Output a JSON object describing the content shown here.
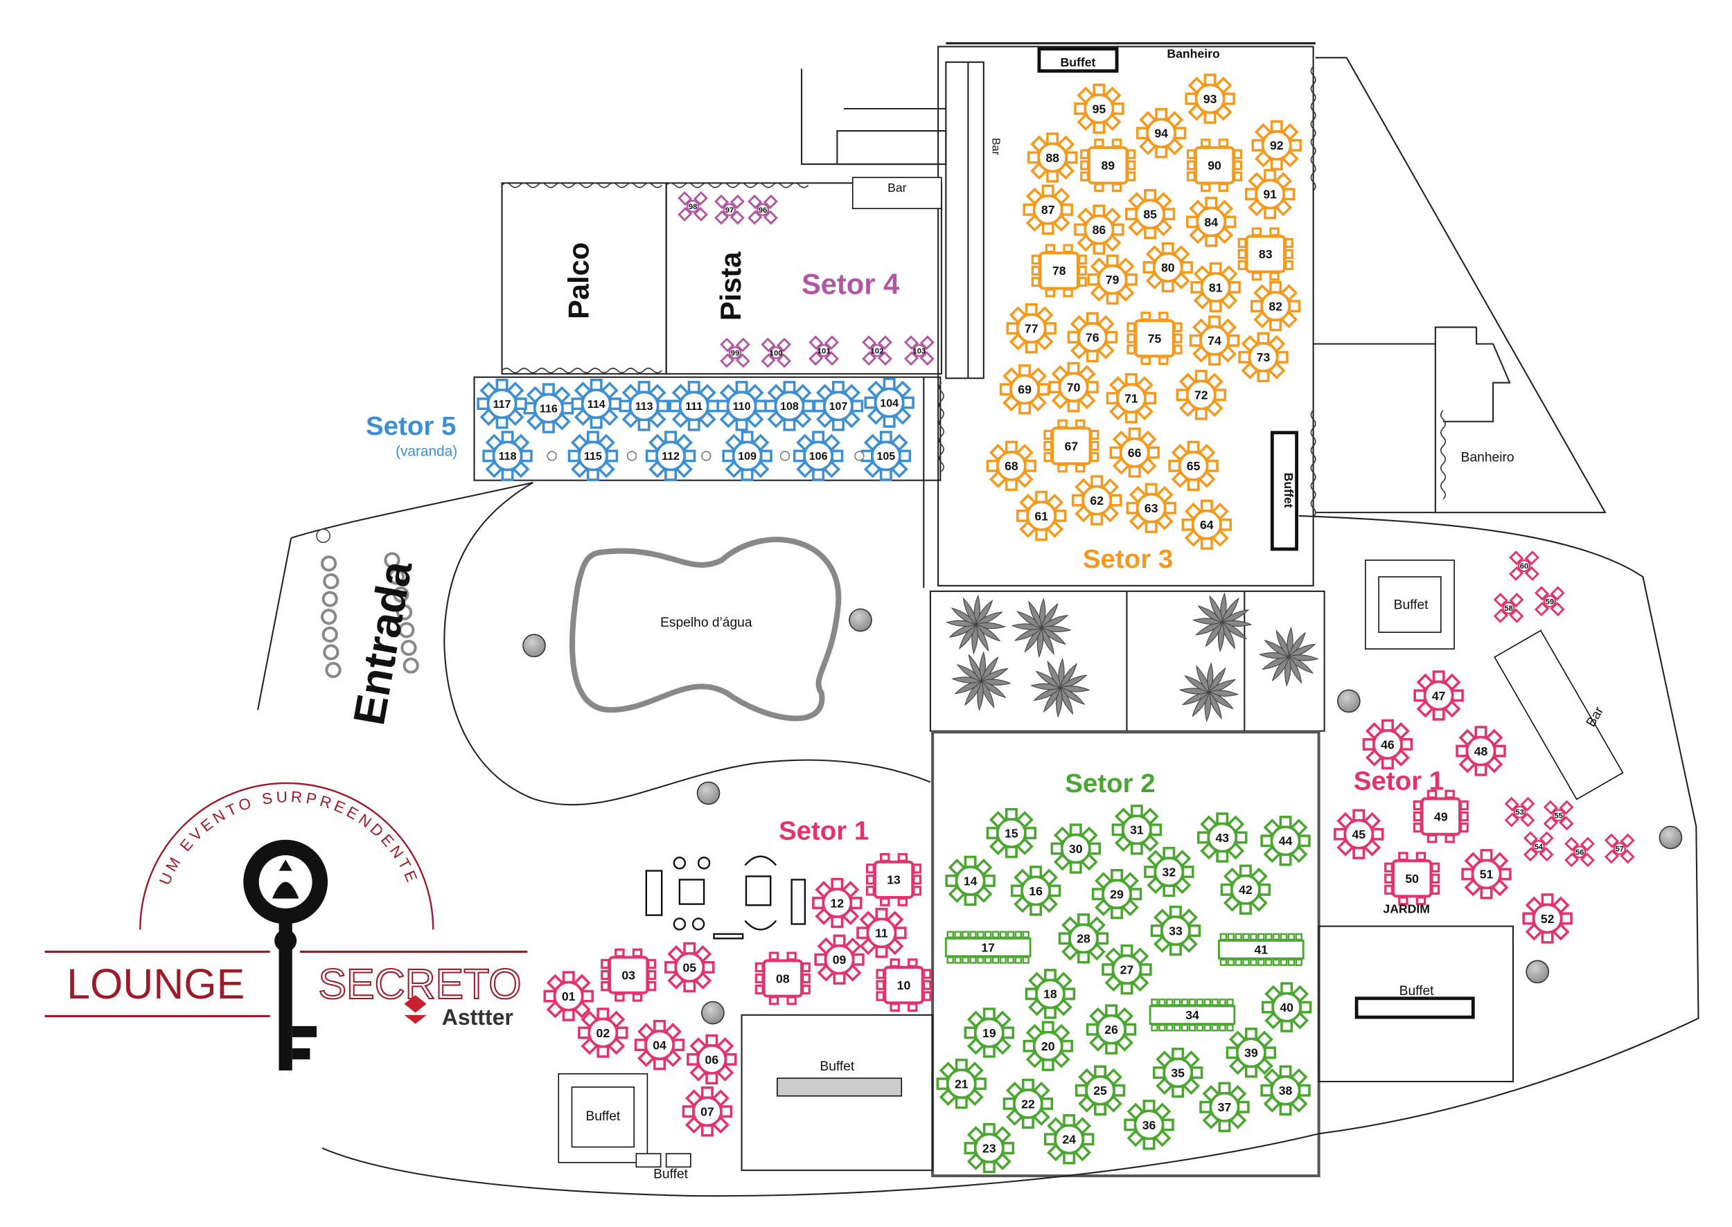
{
  "labels": {
    "buffet": "Buffet",
    "banheiro": "Banheiro",
    "bar": "Bar",
    "palco": "Palco",
    "pista": "Pista",
    "espelho": "Espelho d’água",
    "entrada": "Entrada",
    "jardim": "JARDIM",
    "setor1": "Setor 1",
    "setor2": "Setor 2",
    "setor3": "Setor 3",
    "setor4": "Setor 4",
    "setor5": "Setor 5",
    "varanda": "(varanda)"
  },
  "logo": {
    "arc_text": "UM EVENTO SURPREENDENTE",
    "word1": "LOUNGE",
    "word2": "SECRETO",
    "brand": "Asttter"
  },
  "colors": {
    "setor1": "#e2336b",
    "setor2": "#4aa630",
    "setor3": "#f39a1e",
    "setor4": "#b256a1",
    "setor5": "#3d8fd1",
    "logo_red": "#9b1b2a"
  },
  "tables": {
    "setor1": [
      "01",
      "02",
      "03",
      "04",
      "05",
      "06",
      "07",
      "08",
      "09",
      "10",
      "11",
      "12",
      "13",
      "45",
      "46",
      "47",
      "48",
      "49",
      "50",
      "51",
      "52",
      "53",
      "54",
      "55",
      "56",
      "57",
      "58",
      "59",
      "60"
    ],
    "setor2": [
      "14",
      "15",
      "16",
      "17",
      "18",
      "19",
      "20",
      "21",
      "22",
      "23",
      "24",
      "25",
      "26",
      "27",
      "28",
      "29",
      "30",
      "31",
      "32",
      "33",
      "34",
      "35",
      "36",
      "37",
      "38",
      "39",
      "40",
      "41",
      "42",
      "43",
      "44"
    ],
    "setor3": [
      "61",
      "62",
      "63",
      "64",
      "65",
      "66",
      "67",
      "68",
      "69",
      "70",
      "71",
      "72",
      "73",
      "74",
      "75",
      "76",
      "77",
      "78",
      "79",
      "80",
      "81",
      "82",
      "83",
      "84",
      "85",
      "86",
      "87",
      "88",
      "89",
      "90",
      "91",
      "92",
      "93",
      "94",
      "95"
    ],
    "setor4": [
      "96",
      "97",
      "98",
      "99",
      "100",
      "101",
      "102",
      "103"
    ],
    "setor5": [
      "104",
      "105",
      "106",
      "107",
      "108",
      "109",
      "110",
      "111",
      "112",
      "113",
      "114",
      "115",
      "116",
      "117",
      "118"
    ]
  }
}
